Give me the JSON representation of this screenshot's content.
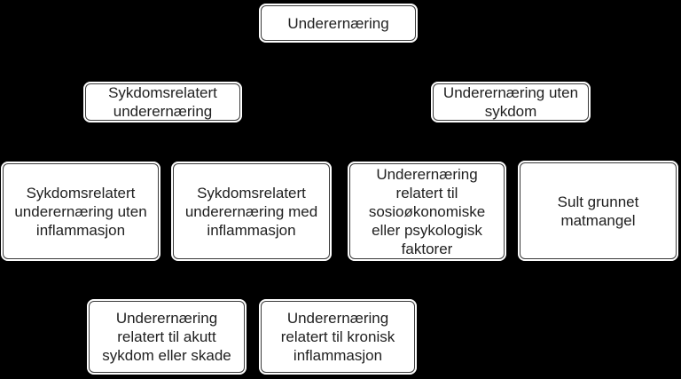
{
  "diagram": {
    "nodes": {
      "root": {
        "label": "Underernæring"
      },
      "sykdomsrelatert": {
        "label": "Sykdomsrelatert underernæring"
      },
      "uten_sykdom": {
        "label": "Underernæring uten sykdom"
      },
      "uten_inflammasjon": {
        "label": "Sykdomsrelatert underernæring uten inflammasjon"
      },
      "med_inflammasjon": {
        "label": "Sykdomsrelatert underernæring med inflammasjon"
      },
      "sosiookonomiske": {
        "label": "Underernæring relatert til sosioøkonomiske eller psykologisk faktorer"
      },
      "sult": {
        "label": "Sult grunnet matmangel"
      },
      "akutt": {
        "label": "Underernæring relatert til akutt sykdom eller skade"
      },
      "kronisk": {
        "label": "Underernæring relatert til kronisk inflammasjon"
      }
    },
    "colors": {
      "background": "#000000",
      "node_fill": "#ffffff",
      "node_border": "#3b3b3b",
      "text": "#212121"
    }
  }
}
